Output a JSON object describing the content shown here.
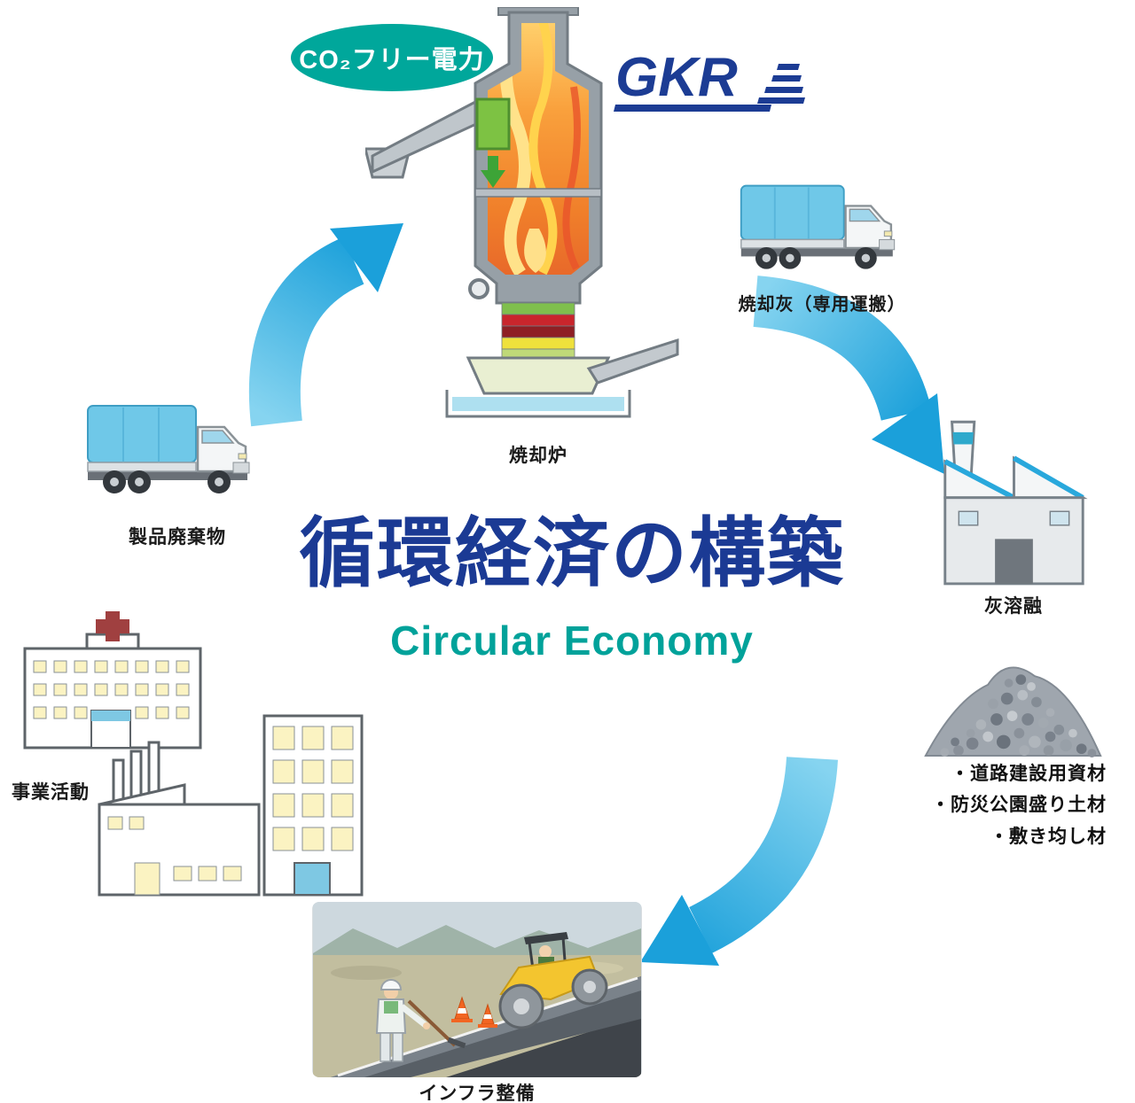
{
  "title": {
    "main": "循環経済の構築",
    "sub": "Circular Economy"
  },
  "logo": {
    "text": "GKR"
  },
  "badge": {
    "label": "CO₂フリー電力"
  },
  "nodes": {
    "incinerator": {
      "label": "焼却炉"
    },
    "ash_transport": {
      "label": "焼却灰（専用運搬）"
    },
    "ash_melting": {
      "label": "灰溶融"
    },
    "materials": {
      "lines": [
        "・道路建設用資材",
        "・防災公園盛り土材",
        "・敷き均し材"
      ]
    },
    "infrastructure": {
      "label": "インフラ整備"
    },
    "business_activity": {
      "label": "事業活動"
    },
    "product_waste": {
      "label": "製品廃棄物"
    }
  },
  "colors": {
    "title_blue": "#1B3A94",
    "subtitle_teal": "#00A29A",
    "badge_teal": "#00A79B",
    "arrow_blue": "#1BA0DA",
    "logo_blue": "#1C3C94"
  }
}
